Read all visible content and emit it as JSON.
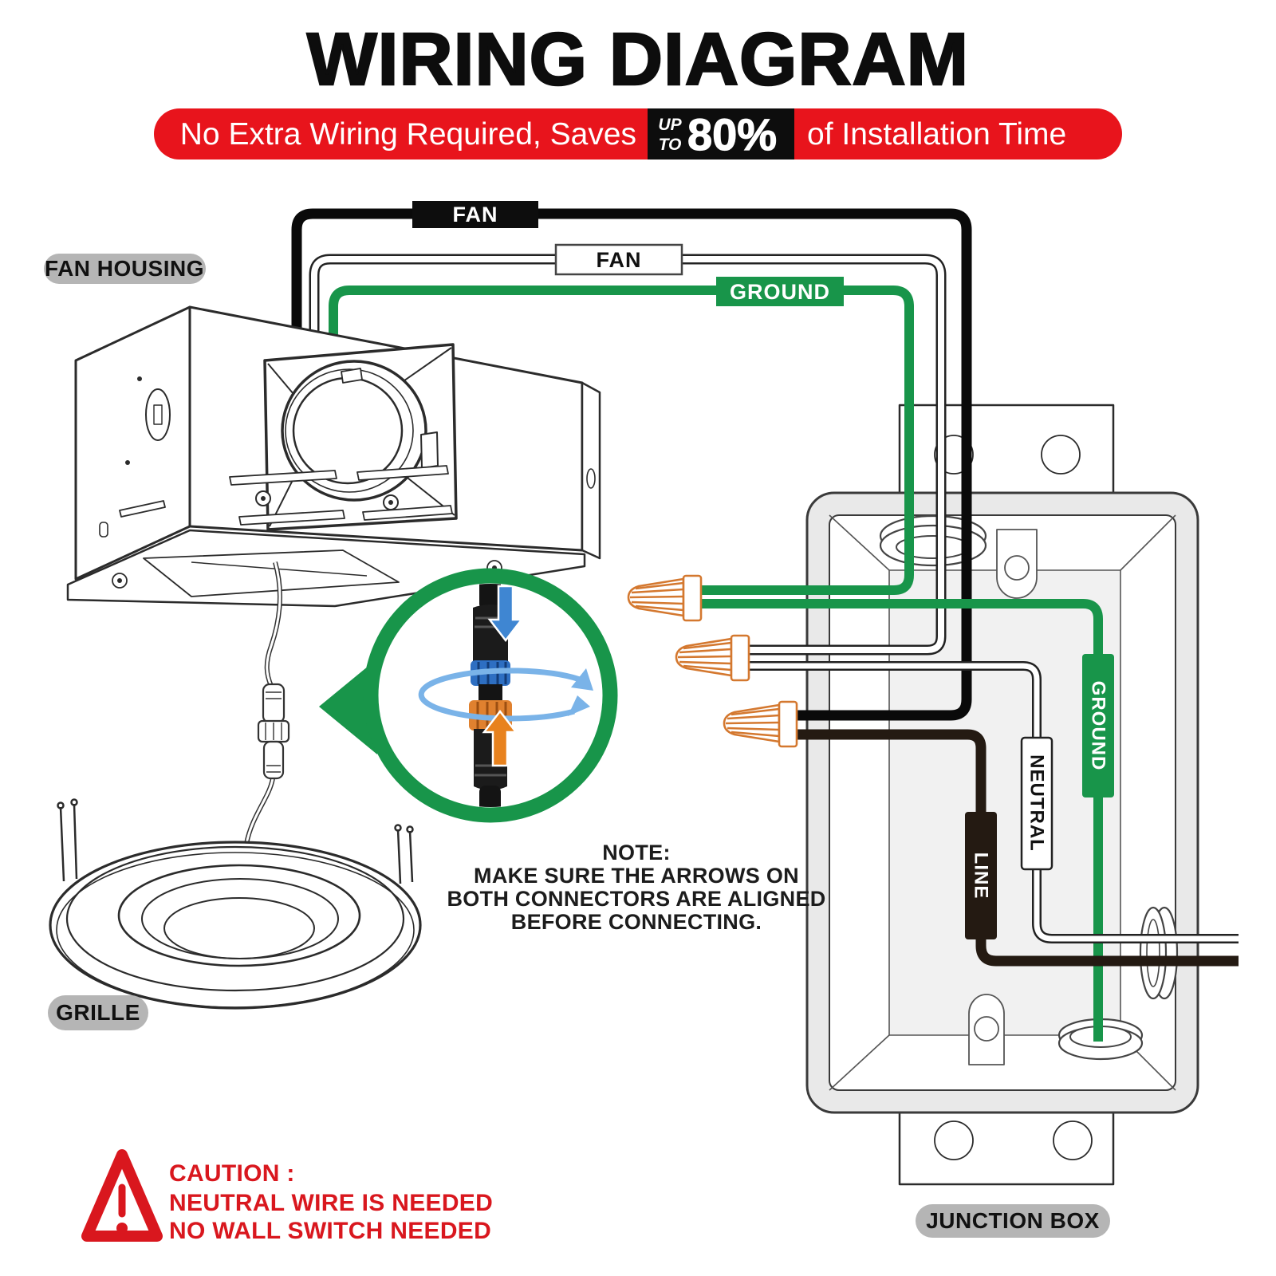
{
  "title": "WIRING DIAGRAM",
  "banner": {
    "prefix": "No Extra Wiring Required, Saves",
    "up": "UP",
    "to": "TO",
    "percent": "80%",
    "suffix": "of Installation Time"
  },
  "part_labels": {
    "fan_housing": "FAN HOUSING",
    "grille": "GRILLE",
    "junction_box": "JUNCTION BOX"
  },
  "wire_tags": {
    "fan_black": "FAN",
    "fan_white": "FAN",
    "ground": "GROUND"
  },
  "junction_tags": {
    "ground": "GROUND",
    "neutral": "NEUTRAL",
    "line": "LINE"
  },
  "note": {
    "heading": "NOTE:",
    "lines": [
      "MAKE SURE THE ARROWS ON",
      "BOTH CONNECTORS ARE ALIGNED",
      "BEFORE CONNECTING."
    ]
  },
  "caution": {
    "heading": "CAUTION :",
    "lines": [
      "NEUTRAL WIRE IS NEEDED",
      "NO WALL SWITCH NEEDED"
    ]
  },
  "colors": {
    "green": "#18954a",
    "banner_red": "#e8141c",
    "badge_black": "#0d0d0d",
    "pill_gray": "#b5b5b5",
    "wire_nut_orange": "#d4782f",
    "connector_blue": "#3f86d2",
    "connector_orange": "#e8821e",
    "line_wire_dark": "#241a12",
    "caution_red": "#d9171e"
  }
}
